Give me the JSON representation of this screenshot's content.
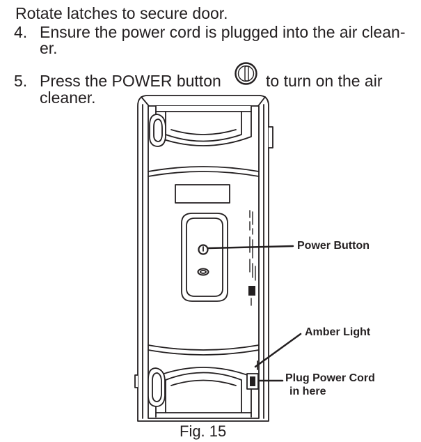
{
  "instructions": {
    "intro": "Rotate latches to secure door.",
    "step4": {
      "number": "4.",
      "line1": "Ensure the power cord is plugged into the air clean-",
      "line2": "er."
    },
    "step5": {
      "number": "5.",
      "before_icon": "Press the POWER button",
      "icon": "power-button-icon",
      "after_icon": "to turn on the air",
      "line2": "cleaner."
    }
  },
  "figure": {
    "callouts": {
      "power_button": "Power Button",
      "amber_light": "Amber Light",
      "plug_power_cord_line1": "Plug Power Cord",
      "plug_power_cord_line2": "in here"
    },
    "caption": "Fig. 15"
  },
  "colors": {
    "ink": "#231f20",
    "paper": "#ffffff"
  }
}
